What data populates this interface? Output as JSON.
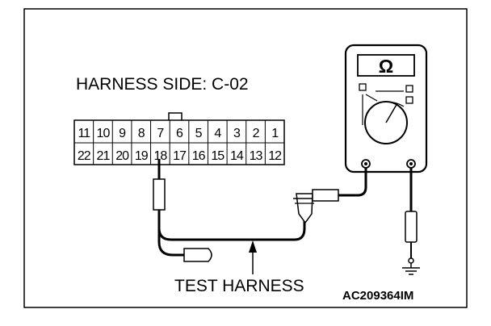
{
  "title": "HARNESS SIDE: C-02",
  "caption": "TEST HARNESS",
  "figure_code": "AC209364IM",
  "meter_symbol": "Ω",
  "connector": {
    "top_row": [
      "11",
      "10",
      "9",
      "8",
      "7",
      "6",
      "5",
      "4",
      "3",
      "2",
      "1"
    ],
    "bottom_row": [
      "22",
      "21",
      "20",
      "19",
      "18",
      "17",
      "16",
      "15",
      "14",
      "13",
      "12"
    ]
  },
  "colors": {
    "ink": "#000000",
    "background": "#ffffff"
  }
}
